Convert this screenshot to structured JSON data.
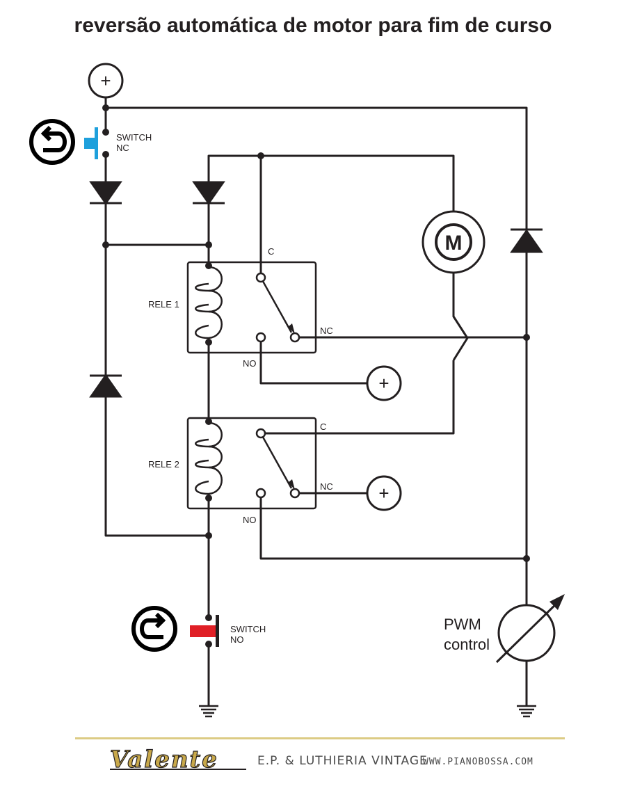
{
  "title": "reversão automática de motor para fim de curso",
  "labels": {
    "switch_nc_1": "SWITCH",
    "switch_nc_2": "NC",
    "switch_no_1": "SWITCH",
    "switch_no_2": "NO",
    "rele1": "RELE 1",
    "rele2": "RELE 2",
    "c1": "C",
    "nc1": "NC",
    "no1": "NO",
    "c2": "C",
    "nc2": "NC",
    "no2": "NO",
    "motor": "M",
    "pwm_1": "PWM",
    "pwm_2": "control",
    "plus": "+"
  },
  "footer": {
    "brand": "Valente",
    "subtitle": "E.P. & LUTHIERIA VINTAGE",
    "url": "WWW.PIANOBOSSA.COM"
  },
  "colors": {
    "ink": "#231f20",
    "switch_nc": "#1ea0dc",
    "switch_no": "#e01f26",
    "footer_rule": "#dccb84",
    "logo_gold": "#c8a84a"
  },
  "icons": {
    "reverse_left": "undo-arrow-icon",
    "reverse_right": "redo-arrow-icon"
  }
}
